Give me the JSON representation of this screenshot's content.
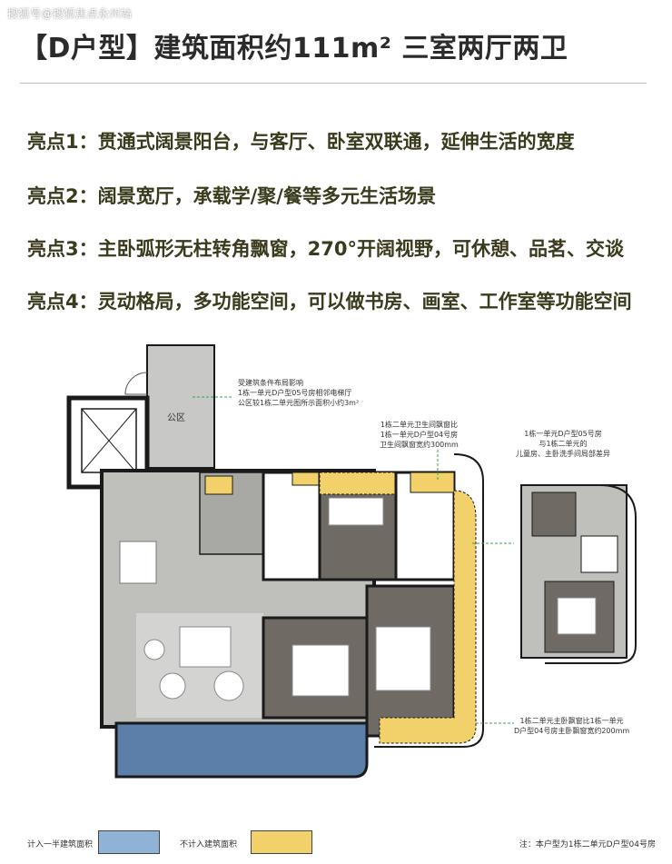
{
  "watermark": "搜狐号@搜狐焦点永州站",
  "title": "【D户型】建筑面积约111m² 三室两厅两卫",
  "highlights": [
    "亮点1：贯通式阔景阳台，与客厅、卧室双联通，延伸生活的宽度",
    "亮点2：阔景宽厅，承载学/聚/餐等多元生活场景",
    "亮点3：主卧弧形无柱转角飘窗，270°开阔视野，可休憩、品茗、交谈",
    "亮点4：灵动格局，多功能空间，可以做书房、画室、工作室等功能空间"
  ],
  "plan": {
    "public_area_label": "公区"
  },
  "notes": {
    "note1": [
      "受建筑条件布局影响",
      "1栋一单元D户型05号房相邻电梯厅",
      "公区较1栋二单元图所示面积小约3m²"
    ],
    "note2": [
      "1栋二单元卫生间飘窗比",
      "1栋一单元D户型04号房",
      "卫生间飘窗宽约300mm"
    ],
    "note3": [
      "1栋一单元D户型05号房",
      "与1栋二单元的",
      "儿童房、主卧洗手间局部差异"
    ],
    "note4": [
      "1栋二单元主卧飘窗比1栋一单元",
      "D户型04号房主卧飘窗宽约200mm"
    ]
  },
  "legend": {
    "half_area": "计入一半建筑面积",
    "no_area": "不计入建筑面积"
  },
  "footnote": "注：本户型为1栋二单元D户型04号房",
  "colors": {
    "half_area": "#8fb3d6",
    "no_area": "#f2d16b",
    "wall": "#1a1a1a",
    "floor_gray": "#b9b9b6",
    "floor_dark": "#6f6a63",
    "balcony_blue": "#5b7fa8",
    "annotation_green": "#3ea24f"
  }
}
